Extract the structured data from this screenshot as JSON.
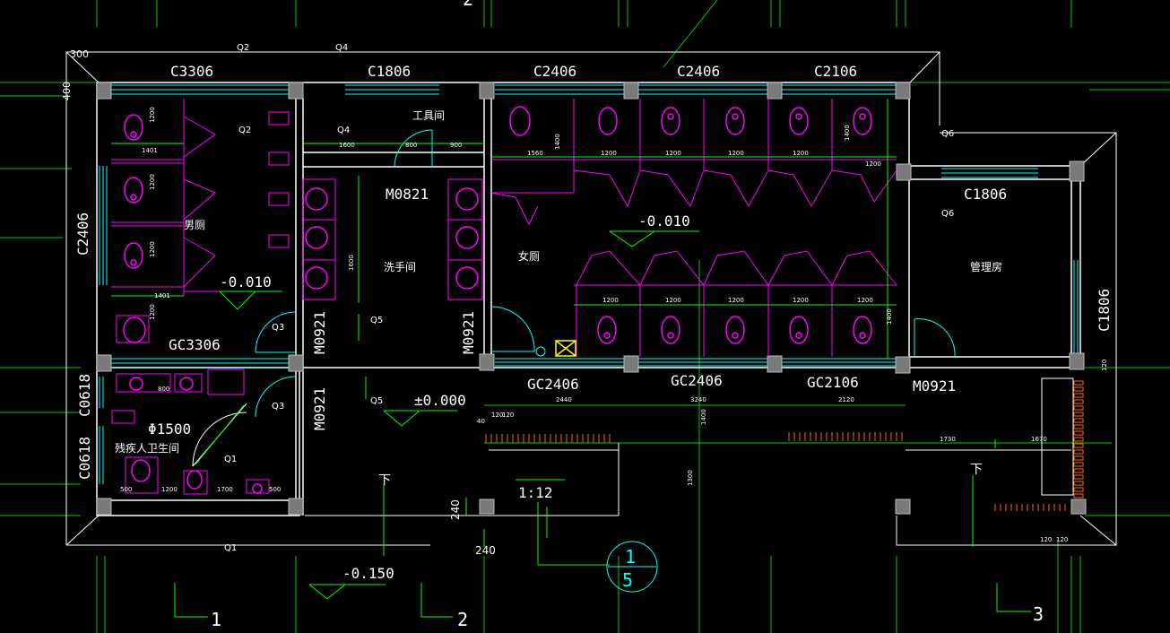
{
  "labels": {
    "c3306": "C3306",
    "c1806_top": "C1806",
    "c2406_a": "C2406",
    "c2406_b": "C2406",
    "c2106": "C2106",
    "c1806_right": "C1806",
    "c1806_vert": "C1806",
    "c2406_left": "C2406",
    "c0618_a": "C0618",
    "c0618_b": "C0618",
    "m0821": "M0821",
    "m0921_a": "M0921",
    "m0921_b": "M0921",
    "m0921_c": "M0921",
    "m0921_d": "M0921",
    "gc3306": "GC3306",
    "gc2406_a": "GC2406",
    "gc2406_b": "GC2406",
    "gc2106": "GC2106",
    "phi1500": "Φ1500",
    "ramp": "1:12",
    "dim_300": "300",
    "dim_400": "400",
    "dim_240_a": "240",
    "dim_240_b": "240"
  },
  "levels": {
    "men": "-0.010",
    "women": "-0.010",
    "floor": "±0.000",
    "outside": "-0.150"
  },
  "rooms": {
    "men": "男厕",
    "women": "女厕",
    "tool": "工具间",
    "wash": "洗手间",
    "manage": "管理房",
    "disabled": "残疾人卫生间",
    "down_a": "下",
    "down_b": "下"
  },
  "markers": {
    "q2": "Q2",
    "q4_a": "Q4",
    "q4_b": "Q4",
    "q3_a": "Q3",
    "q3_b": "Q3",
    "q5_a": "Q5",
    "q5_b": "Q5",
    "q6_a": "Q6",
    "q6_b": "Q6",
    "q1": "Q1",
    "q1b": "Q1"
  },
  "axes": {
    "a1": "1",
    "a2": "2",
    "a3": "3",
    "a2_top": "2",
    "detail_num": "1",
    "detail_sheet": "5"
  },
  "dims": {
    "d1200": "1200",
    "d1400": "1400",
    "d1600": "1600",
    "d800": "800",
    "d1560": "1560",
    "d1401": "1401",
    "d2440": "2440",
    "d3240": "3240",
    "d2120": "2120",
    "d1730": "1730",
    "d1670": "1670",
    "d1300": "1300",
    "d120": "120",
    "d40": "40",
    "d500": "500",
    "d1700": "1700",
    "d900": "900"
  },
  "colors": {
    "wall": "#ffffff",
    "dim": "#00ff00",
    "fixture": "#ff00ff",
    "glass": "#00ffff",
    "column": "#808080",
    "door": "#00ffff",
    "hatch": "#ff6600"
  }
}
